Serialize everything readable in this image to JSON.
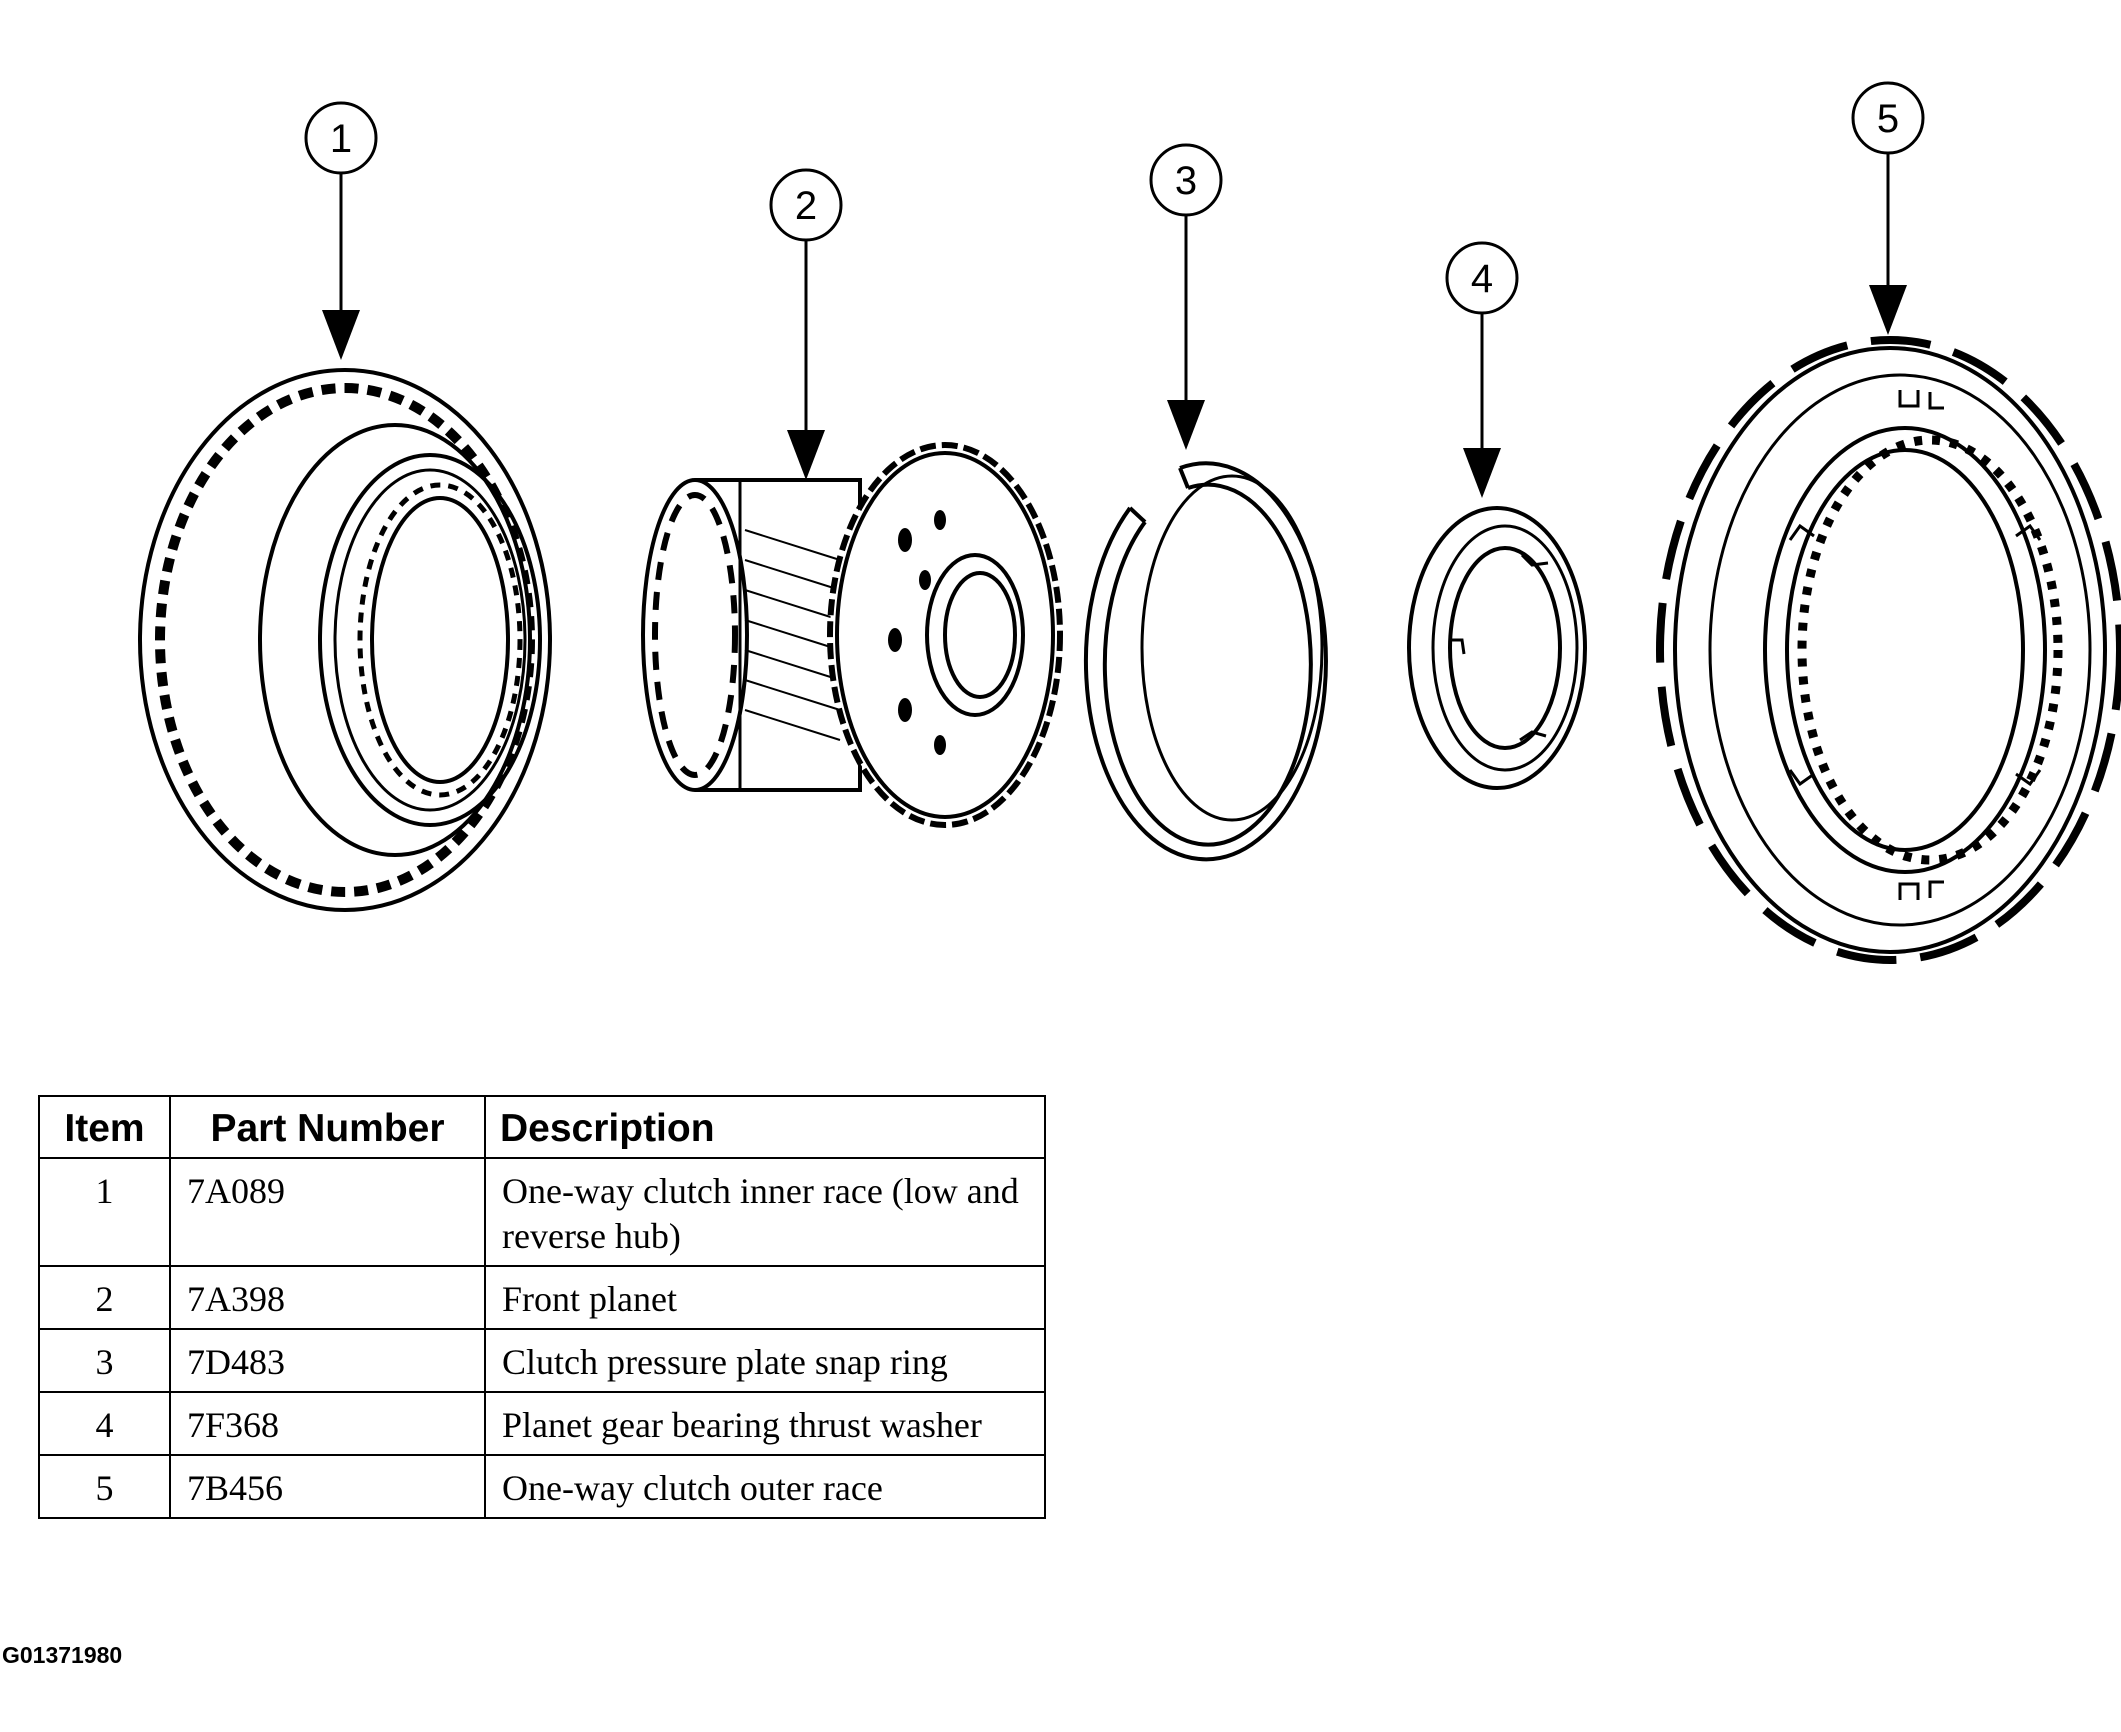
{
  "callouts": [
    "1",
    "2",
    "3",
    "4",
    "5"
  ],
  "table": {
    "headers": {
      "item": "Item",
      "part_number": "Part Number",
      "description": "Description"
    },
    "rows": [
      {
        "item": "1",
        "part_number": "7A089",
        "description": "One-way clutch inner race (low and reverse hub)"
      },
      {
        "item": "2",
        "part_number": "7A398",
        "description": "Front planet"
      },
      {
        "item": "3",
        "part_number": "7D483",
        "description": "Clutch pressure plate snap ring"
      },
      {
        "item": "4",
        "part_number": "7F368",
        "description": "Planet gear bearing thrust washer"
      },
      {
        "item": "5",
        "part_number": "7B456",
        "description": "One-way clutch outer race"
      }
    ]
  },
  "figure_id": "G01371980",
  "colors": {
    "ink": "#000000",
    "paper": "#ffffff"
  }
}
